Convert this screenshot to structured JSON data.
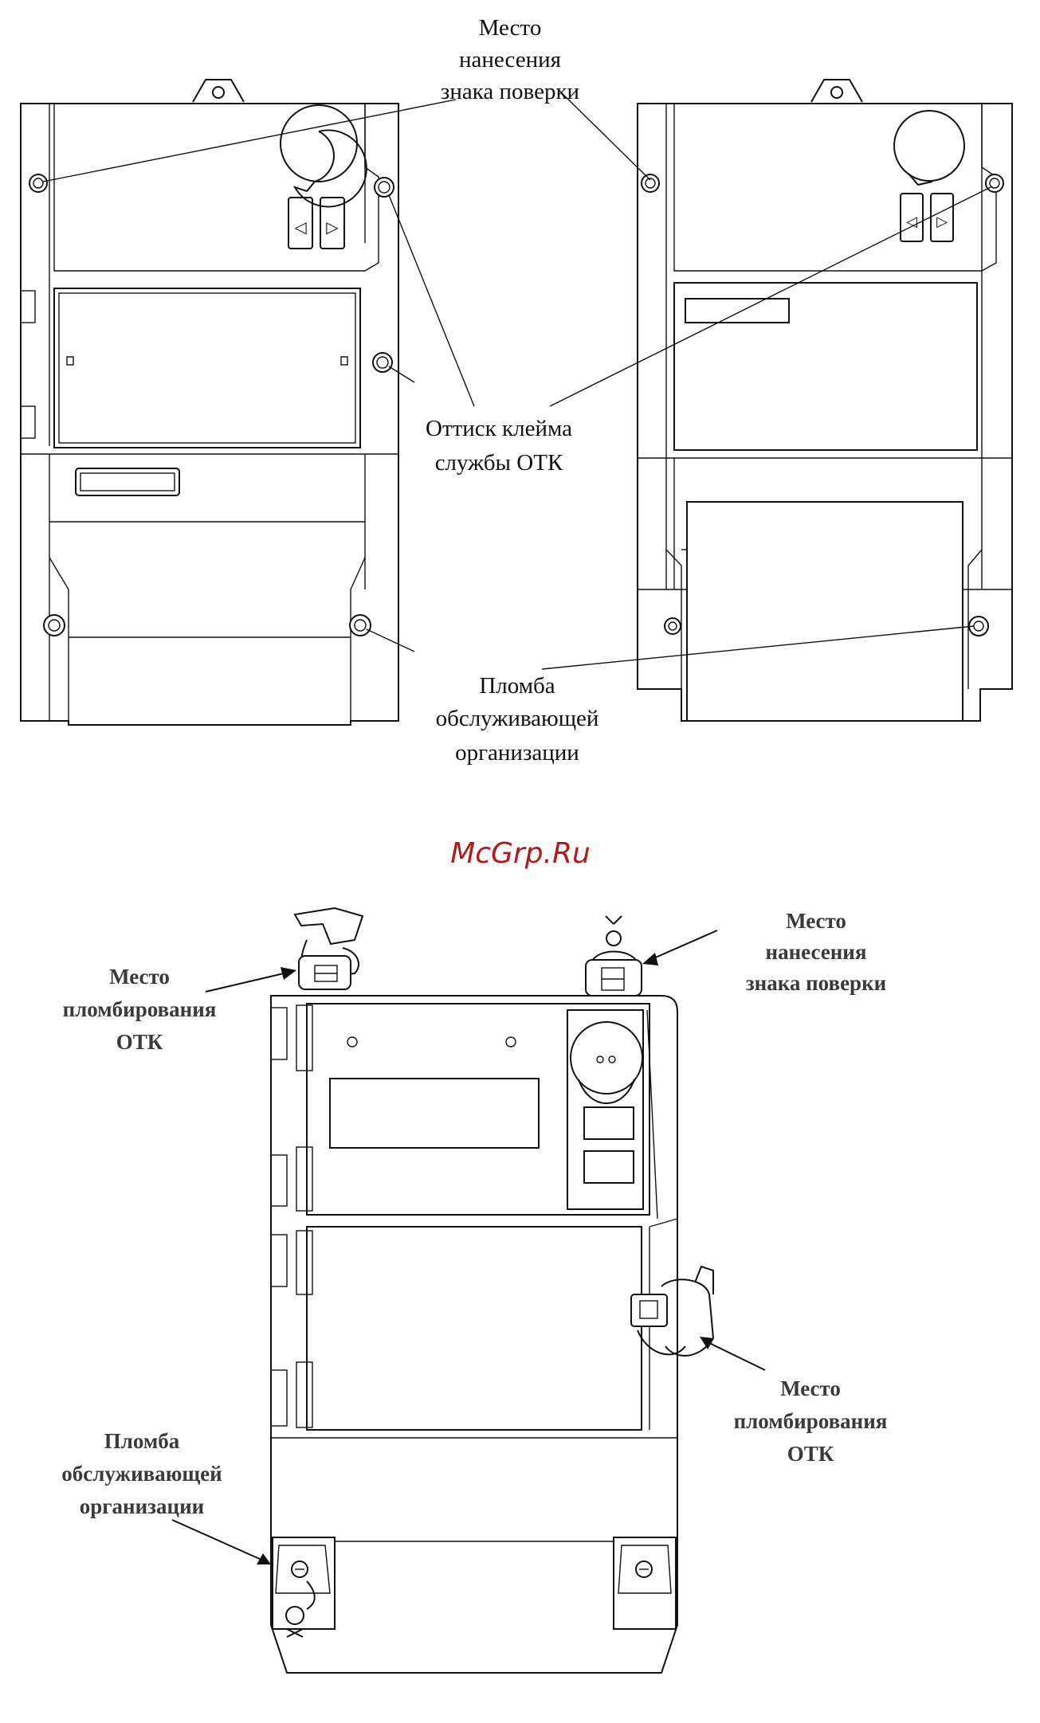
{
  "top": {
    "label_verification_mark": [
      "Место",
      "нанесения",
      "знака поверки"
    ],
    "label_otk_stamp": [
      "Оттиск клейма",
      "службы ОТК"
    ],
    "label_service_seal": [
      "Пломба",
      "обслуживающей",
      "организации"
    ]
  },
  "watermark": "McGrp.Ru",
  "bottom": {
    "label_otk_seal_left": [
      "Место",
      "пломбирования",
      "ОТК"
    ],
    "label_verification_mark": [
      "Место",
      "нанесения",
      "знака поверки"
    ],
    "label_otk_seal_right": [
      "Место",
      "пломбирования",
      "ОТК"
    ],
    "label_service_seal": [
      "Пломба",
      "обслуживающей",
      "организации"
    ]
  }
}
